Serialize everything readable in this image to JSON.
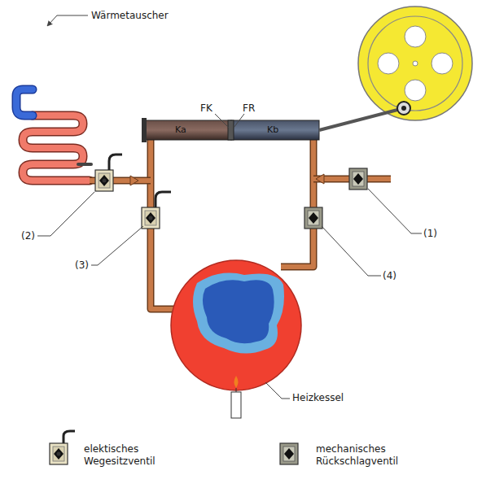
{
  "diagram": {
    "labels": [
      "Wärmetauscher",
      "FK",
      "FR",
      "Ka",
      "Kb",
      "(2)",
      "(3)",
      "(1)",
      "(4)",
      "Heizkessel"
    ],
    "legend": [
      {
        "text": "elektisches Wegesitzventil"
      },
      {
        "text": "mechanisches Rückschlagventil"
      }
    ]
  }
}
